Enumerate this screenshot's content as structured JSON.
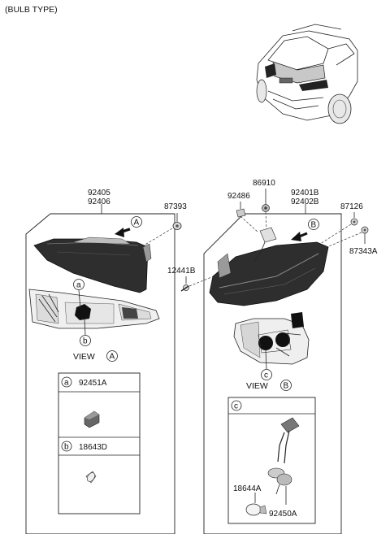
{
  "header": {
    "bulb_type": "(BULB TYPE)"
  },
  "left_assembly": {
    "part_no_1": "92405",
    "part_no_2": "92406",
    "screw": "87393",
    "view_letter": "A",
    "callout_a": "a",
    "callout_b": "b",
    "view_label": "VIEW",
    "view_ref": "A"
  },
  "center": {
    "bolt": "12441B"
  },
  "right_assembly": {
    "part_no_1": "92401B",
    "part_no_2": "92402B",
    "nut": "86910",
    "clip": "92486",
    "screw_1": "87126",
    "screw_2": "87343A",
    "view_letter": "B",
    "callout_c": "c",
    "view_label": "VIEW",
    "view_ref": "B"
  },
  "legend": {
    "a_letter": "a",
    "a_part": "92451A",
    "b_letter": "b",
    "b_part": "18643D",
    "c_letter": "c",
    "c_part_bulb": "18644A",
    "c_part_socket": "92450A"
  }
}
